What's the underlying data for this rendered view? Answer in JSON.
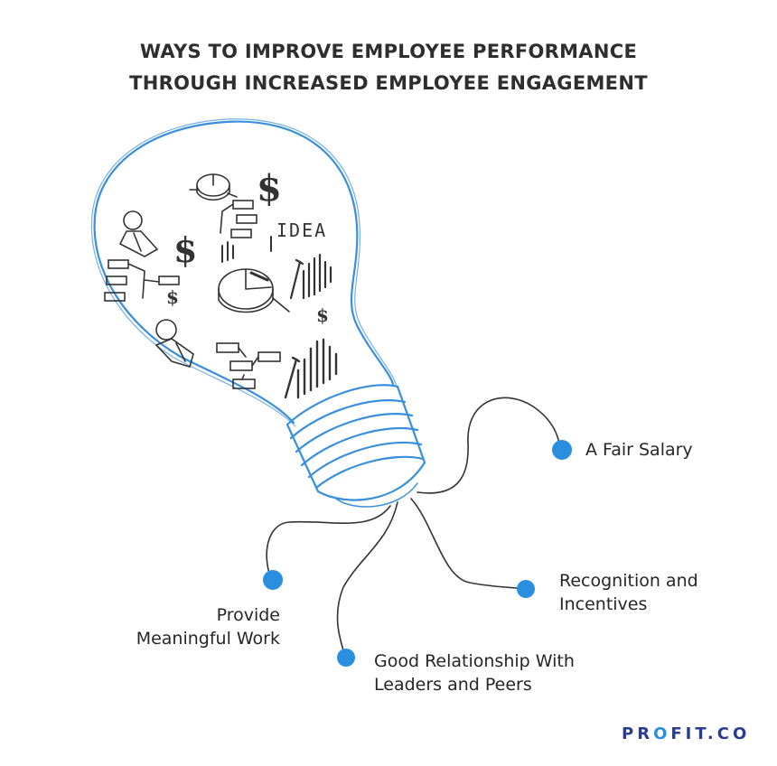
{
  "title": {
    "line1": "WAYS TO IMPROVE EMPLOYEE PERFORMANCE",
    "line2": "THROUGH INCREASED EMPLOYEE ENGAGEMENT"
  },
  "bulb": {
    "sketch_text": "IDEA",
    "dollar_symbol": "$"
  },
  "items": [
    {
      "lines": [
        "A Fair Salary"
      ]
    },
    {
      "lines": [
        "Recognition and",
        "Incentives"
      ]
    },
    {
      "lines": [
        "Good Relationship With",
        "Leaders and Peers"
      ]
    },
    {
      "lines": [
        "Provide",
        "Meaningful Work"
      ]
    }
  ],
  "logo": {
    "before": "PR",
    "mark": "O",
    "after": "FIT.CO"
  },
  "colors": {
    "accent": "#2b8fe0",
    "bulb_outline": "#3a8fdc",
    "sketch": "#333333",
    "logo": "#2c3c8c"
  }
}
